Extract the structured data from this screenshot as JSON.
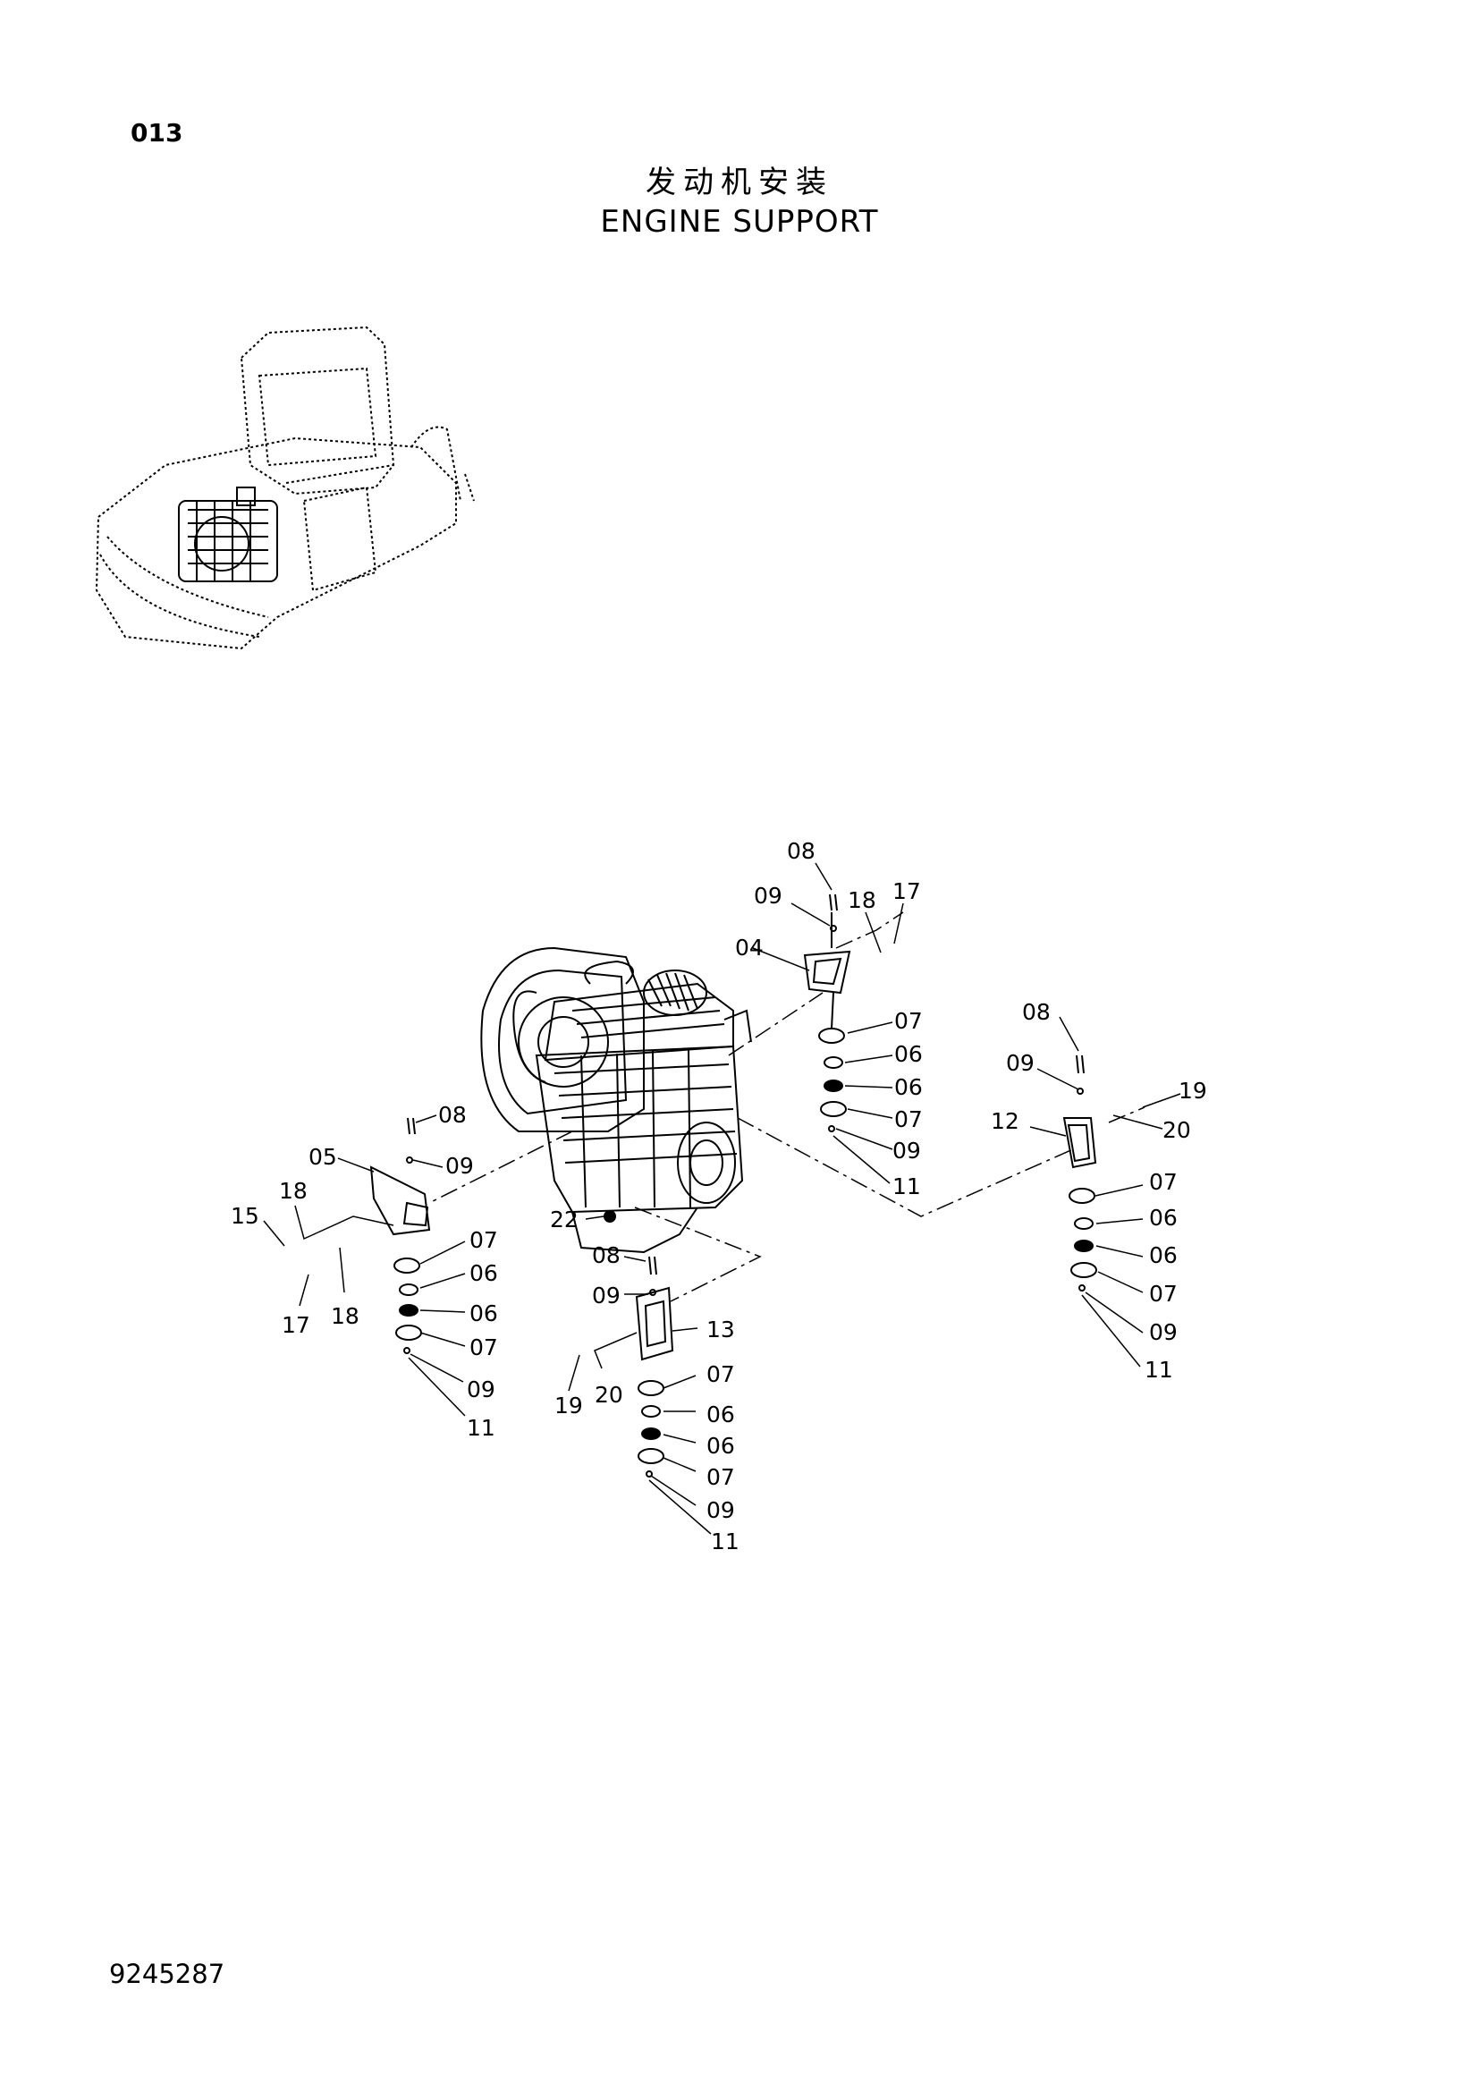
{
  "header": {
    "page_number": "013",
    "title_cn": "发动机安装",
    "title_en": "ENGINE  SUPPORT"
  },
  "footer": {
    "doc_number": "9245287"
  },
  "colors": {
    "line": "#000000",
    "background": "#ffffff"
  },
  "callouts": {
    "rear": [
      "08",
      "09",
      "18",
      "17",
      "04",
      "07",
      "06",
      "06",
      "07",
      "09",
      "11"
    ],
    "right": [
      "08",
      "09",
      "19",
      "12",
      "20",
      "07",
      "06",
      "06",
      "07",
      "09",
      "11"
    ],
    "left": [
      "08",
      "09",
      "05",
      "18",
      "15",
      "07",
      "06",
      "06",
      "07",
      "09",
      "11",
      "17",
      "18"
    ],
    "center": [
      "22",
      "08",
      "09",
      "13",
      "07",
      "20",
      "19",
      "06",
      "06",
      "07",
      "09",
      "11"
    ]
  }
}
